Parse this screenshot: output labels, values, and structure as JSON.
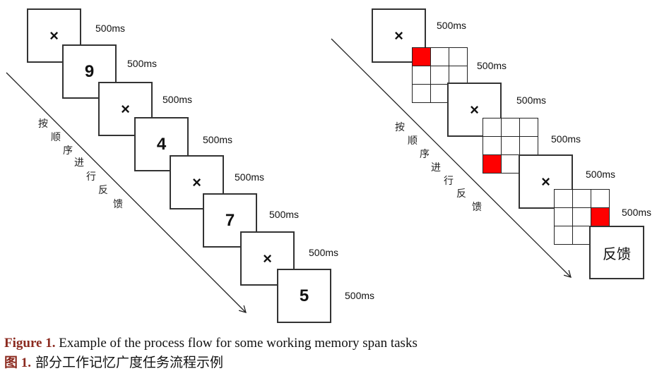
{
  "left_panel": {
    "frames": [
      {
        "content": "×",
        "kind": "fixation",
        "duration": "500ms"
      },
      {
        "content": "9",
        "kind": "digit",
        "duration": "500ms"
      },
      {
        "content": "×",
        "kind": "fixation",
        "duration": "500ms"
      },
      {
        "content": "4",
        "kind": "digit",
        "duration": "500ms"
      },
      {
        "content": "×",
        "kind": "fixation",
        "duration": "500ms"
      },
      {
        "content": "7",
        "kind": "digit",
        "duration": "500ms"
      },
      {
        "content": "×",
        "kind": "fixation",
        "duration": "500ms"
      },
      {
        "content": "5",
        "kind": "digit",
        "duration": "500ms"
      }
    ],
    "arrow_label": [
      "按",
      "顺",
      "序",
      "进",
      "行",
      "反",
      "馈"
    ]
  },
  "right_panel": {
    "frames": [
      {
        "content": "×",
        "kind": "fixation",
        "duration": "500ms"
      },
      {
        "kind": "grid",
        "highlighted_cell": [
          0,
          0
        ],
        "duration": "500ms"
      },
      {
        "content": "×",
        "kind": "fixation",
        "duration": "500ms"
      },
      {
        "kind": "grid",
        "highlighted_cell": [
          2,
          0
        ],
        "duration": "500ms"
      },
      {
        "content": "×",
        "kind": "fixation",
        "duration": "500ms"
      },
      {
        "kind": "grid",
        "highlighted_cell": [
          1,
          2
        ],
        "duration": "500ms"
      },
      {
        "content": "反馈",
        "kind": "feedback"
      }
    ],
    "arrow_label": [
      "按",
      "顺",
      "序",
      "进",
      "行",
      "反",
      "馈"
    ],
    "highlight_color": "#ff0000"
  },
  "caption": {
    "en_label": "Figure 1.",
    "en_text": " Example of the process flow for some working memory span tasks",
    "zh_label": "图 1.",
    "zh_text": " 部分工作记忆广度任务流程示例"
  }
}
